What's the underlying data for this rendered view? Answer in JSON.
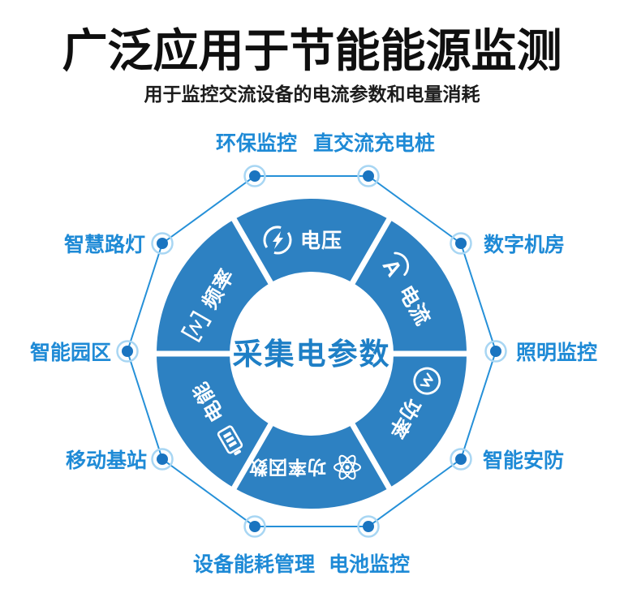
{
  "header": {
    "title": "广泛应用于节能能源监测",
    "subtitle": "用于监控交流设备的电流参数和电量消耗"
  },
  "wheel": {
    "center_label": "采集电参数",
    "segments": [
      {
        "label": "电压",
        "icon": "voltage-icon"
      },
      {
        "label": "电流",
        "icon": "current-icon",
        "icon_glyph": "A"
      },
      {
        "label": "功率",
        "icon": "power-icon"
      },
      {
        "label": "功率因数",
        "icon": "power-factor-icon"
      },
      {
        "label": "电能",
        "icon": "energy-icon"
      },
      {
        "label": "频率",
        "icon": "frequency-icon"
      }
    ]
  },
  "applications": [
    {
      "label": "环保监控"
    },
    {
      "label": "直交流充电桩"
    },
    {
      "label": "数字机房"
    },
    {
      "label": "照明监控"
    },
    {
      "label": "智能安防"
    },
    {
      "label": "电池监控"
    },
    {
      "label": "设备能耗管理"
    },
    {
      "label": "移动基站"
    },
    {
      "label": "智能园区"
    },
    {
      "label": "智慧路灯"
    }
  ],
  "colors": {
    "segment_blue": "#2d81c2",
    "label_blue": "#1e8ad6",
    "center_text_blue": "#1e7fc6",
    "outline_blue": "#2590d8",
    "dot_blue": "#1a74c0",
    "dot_ring_blue": "#a8d6f3",
    "title_black": "#0f0f0f"
  }
}
